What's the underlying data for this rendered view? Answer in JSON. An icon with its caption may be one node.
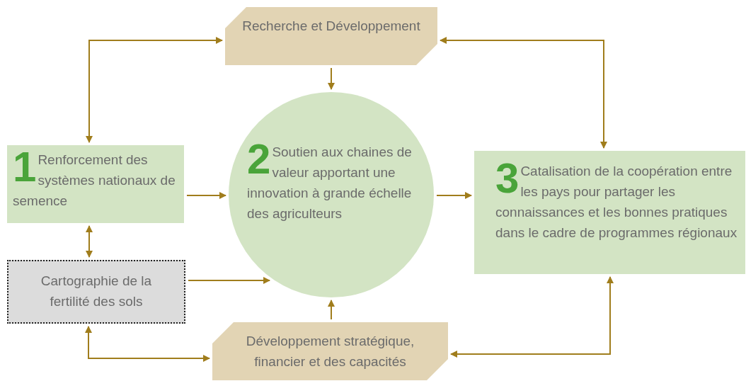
{
  "diagram": {
    "nodes": [
      {
        "text": [
          "Recherche et Développement"
        ]
      },
      {
        "text": [
          "1",
          "Renforcement des systèmes nationaux de semence"
        ]
      },
      {
        "text": [
          "2",
          "Soutien aux chaines de valeur apportant une innovation à grande échelle des agriculteurs"
        ]
      },
      {
        "text": [
          "3",
          "Catalisation de la coopération entre les pays pour partager les connaissances et les bonnes pratiques dans le cadre de programmes régionaux"
        ]
      },
      {
        "text": [
          "Cartographie de la fertilité des sols"
        ]
      },
      {
        "text": [
          "Développement stratégique, financier et des capacités"
        ]
      }
    ],
    "edges": [
      {
        "from": 1,
        "to": 0,
        "arrow": "both"
      },
      {
        "from": 0,
        "to": 3,
        "arrow": "both"
      },
      {
        "from": 0,
        "to": 2,
        "arrow": "to"
      },
      {
        "from": 1,
        "to": 2,
        "arrow": "to"
      },
      {
        "from": 2,
        "to": 3,
        "arrow": "to"
      },
      {
        "from": 1,
        "to": 4,
        "arrow": "both"
      },
      {
        "from": 4,
        "to": 2,
        "arrow": "to"
      },
      {
        "from": 5,
        "to": 2,
        "arrow": "to"
      },
      {
        "from": 4,
        "to": 5,
        "arrow": "both"
      },
      {
        "from": 5,
        "to": 3,
        "arrow": "both"
      }
    ]
  }
}
